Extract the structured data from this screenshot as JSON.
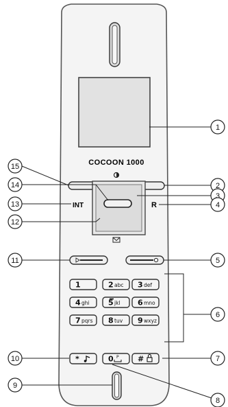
{
  "brand": "COCOON 1000",
  "side_labels": {
    "int": "INT",
    "r": "R"
  },
  "keypad": {
    "rows": [
      [
        {
          "digit": "1",
          "letters": ""
        },
        {
          "digit": "2",
          "letters": "abc"
        },
        {
          "digit": "3",
          "letters": "def"
        }
      ],
      [
        {
          "digit": "4",
          "letters": "ghi"
        },
        {
          "digit": "5",
          "letters": "jkl"
        },
        {
          "digit": "6",
          "letters": "mno"
        }
      ],
      [
        {
          "digit": "7",
          "letters": "pqrs"
        },
        {
          "digit": "8",
          "letters": "tuv"
        },
        {
          "digit": "9",
          "letters": "wxyz"
        }
      ],
      [
        {
          "digit": "*",
          "letters": ""
        },
        {
          "digit": "0",
          "letters": ""
        },
        {
          "digit": "#",
          "letters": ""
        }
      ]
    ]
  },
  "callouts": [
    "1",
    "2",
    "3",
    "4",
    "5",
    "6",
    "7",
    "8",
    "9",
    "10",
    "11",
    "12",
    "13",
    "14",
    "15"
  ]
}
